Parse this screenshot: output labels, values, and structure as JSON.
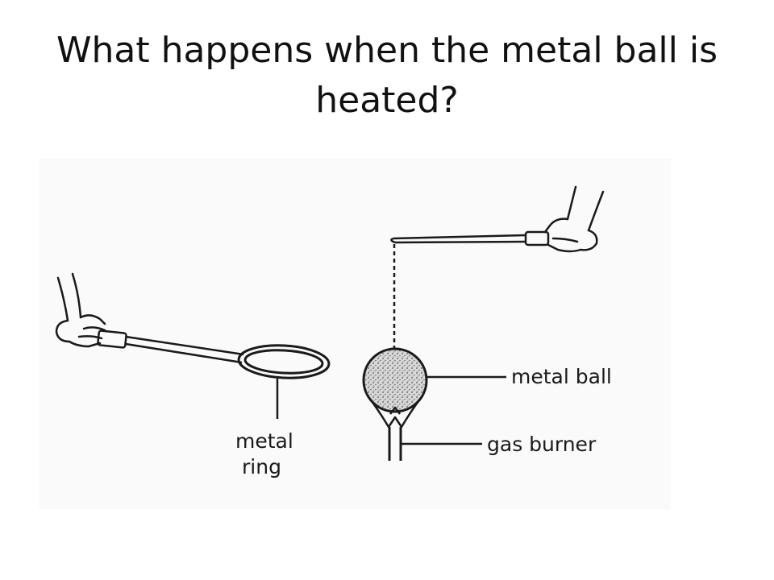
{
  "slide": {
    "title": "What happens when the metal ball is heated?"
  },
  "diagram": {
    "labels": {
      "metal_ring_line1": "metal",
      "metal_ring_line2": "ring",
      "metal_ball": "metal ball",
      "gas_burner": "gas burner"
    }
  }
}
